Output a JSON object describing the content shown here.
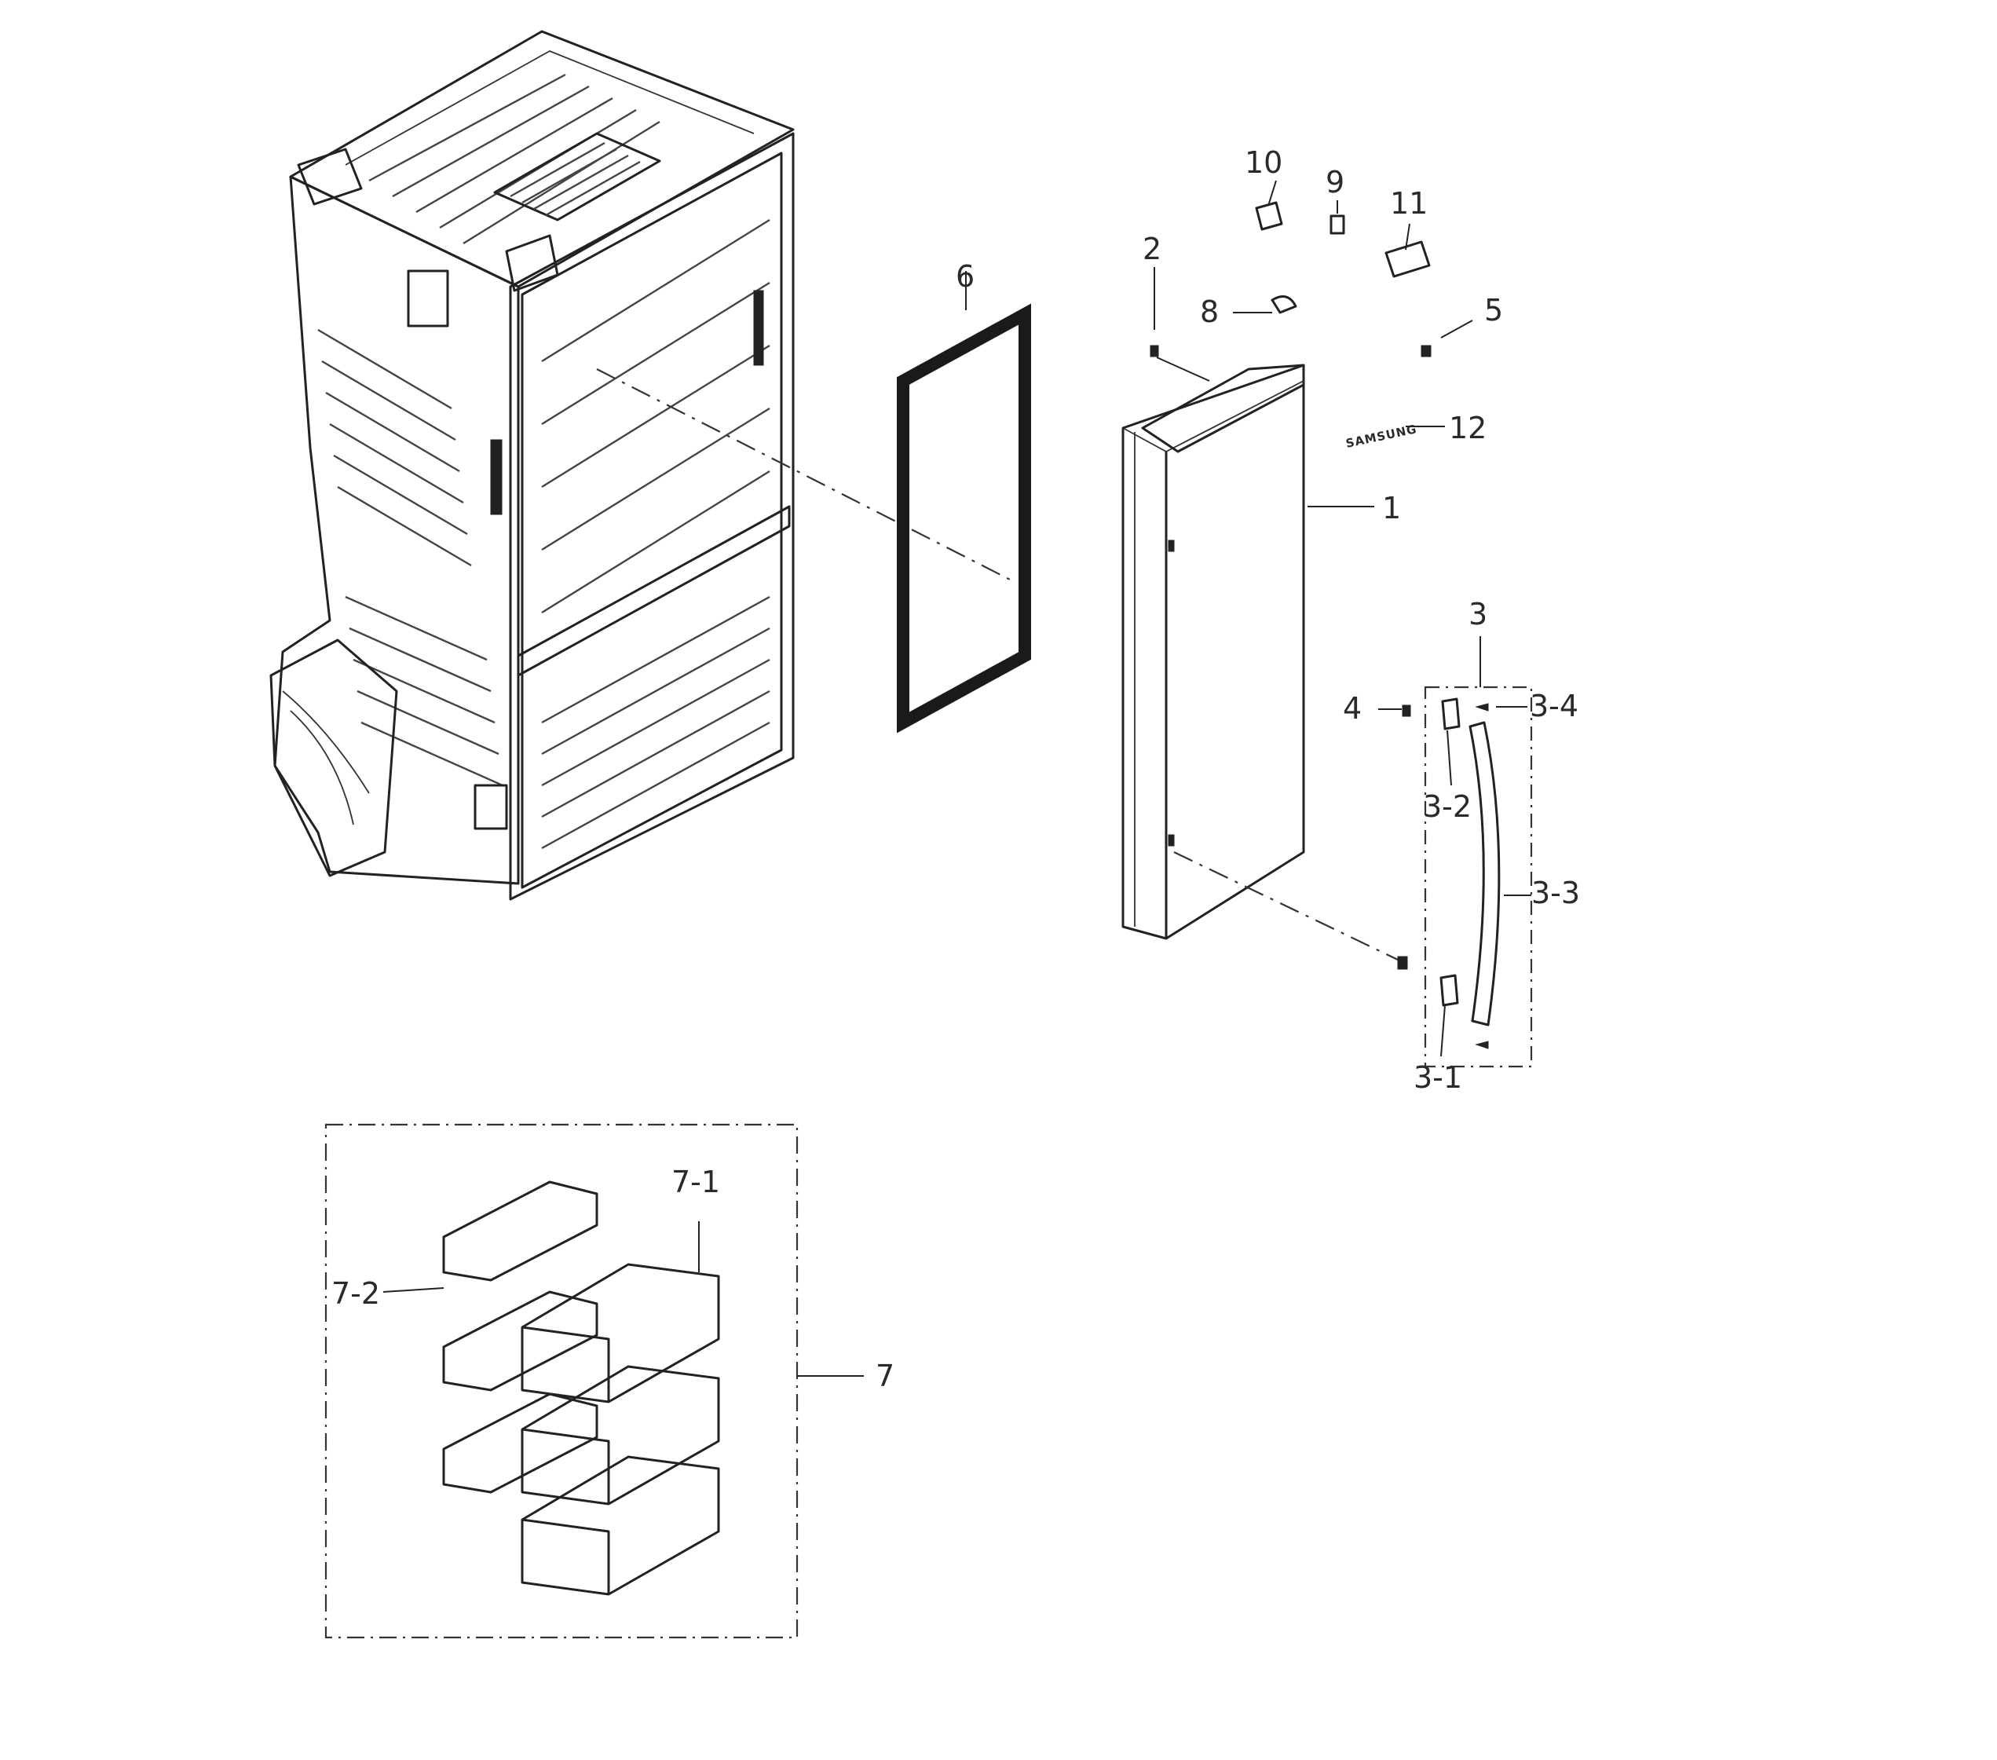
{
  "callouts": [
    {
      "id": "c1",
      "label": "1"
    },
    {
      "id": "c2",
      "label": "2"
    },
    {
      "id": "c3",
      "label": "3"
    },
    {
      "id": "c3_1",
      "label": "3-1"
    },
    {
      "id": "c3_2",
      "label": "3-2"
    },
    {
      "id": "c3_3",
      "label": "3-3"
    },
    {
      "id": "c3_4",
      "label": "3-4"
    },
    {
      "id": "c4",
      "label": "4"
    },
    {
      "id": "c5",
      "label": "5"
    },
    {
      "id": "c6",
      "label": "6"
    },
    {
      "id": "c7",
      "label": "7"
    },
    {
      "id": "c7_1",
      "label": "7-1"
    },
    {
      "id": "c7_2",
      "label": "7-2"
    },
    {
      "id": "c8",
      "label": "8"
    },
    {
      "id": "c9",
      "label": "9"
    },
    {
      "id": "c10",
      "label": "10"
    },
    {
      "id": "c11",
      "label": "11"
    },
    {
      "id": "c12",
      "label": "12"
    }
  ],
  "brand_logo_text": "SAMSUNG"
}
